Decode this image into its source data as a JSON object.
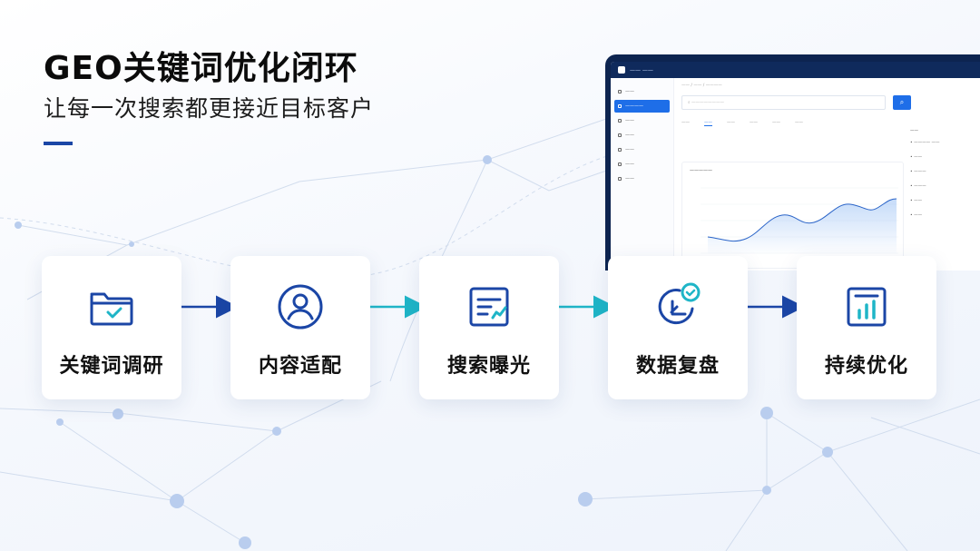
{
  "header": {
    "title": "GEO关键词优化闭环",
    "subtitle": "让每一次搜索都更接近目标客户"
  },
  "colors": {
    "accent_dark": "#1b46a6",
    "accent_teal": "#1fb5c7",
    "card_bg": "#ffffff",
    "laptop_frame": "#0d2450",
    "laptop_active": "#1e6ee8"
  },
  "flow": {
    "steps": [
      {
        "label": "关键词调研",
        "icon": "folder-check-icon"
      },
      {
        "label": "内容适配",
        "icon": "user-circle-icon"
      },
      {
        "label": "搜索曝光",
        "icon": "document-edit-icon"
      },
      {
        "label": "数据复盘",
        "icon": "chart-check-icon"
      },
      {
        "label": "持续优化",
        "icon": "bar-chart-icon"
      }
    ]
  }
}
